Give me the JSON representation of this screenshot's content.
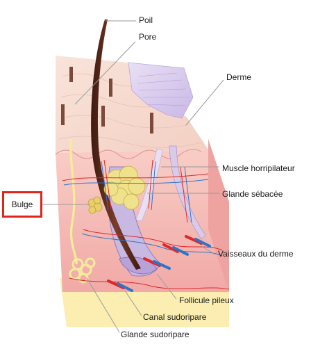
{
  "labels": {
    "poil": "Poil",
    "pore": "Pore",
    "derme": "Derme",
    "muscle": "Muscle  horripilateur",
    "glande_sebacee": "Glande sébacée",
    "bulge": "Bulge",
    "vaisseaux": "Vaisseaux du derme",
    "follicule": "Follicule pileux",
    "canal": "Canal sudoripare",
    "glande_sudoripare": "Glande sudoripare"
  },
  "colors": {
    "highlight_box": "#e0241a",
    "epidermis": "#f6d9cf",
    "dermis": "#f4b6b2",
    "hypodermis": "#fbeeb0",
    "artery": "#e02828",
    "vein": "#2f74c9",
    "hair": "#5a2a1c",
    "sebaceous_gland": "#f0e28c",
    "leader_line": "#9a9a9a"
  }
}
